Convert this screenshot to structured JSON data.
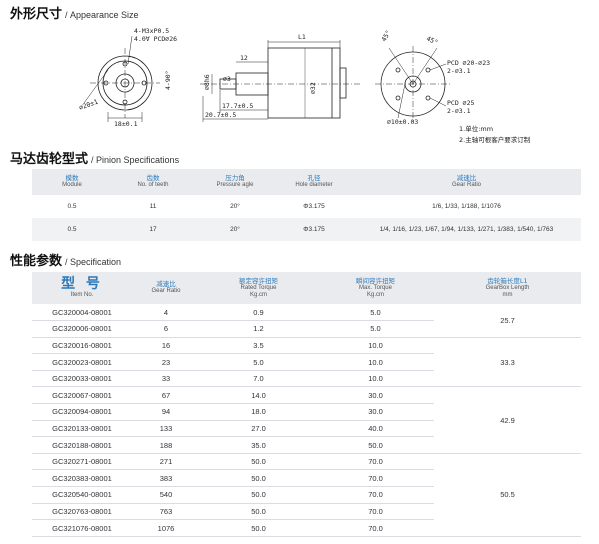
{
  "appearance": {
    "title_zh": "外形尺寸",
    "title_en": "/ Appearance Size"
  },
  "drawing": {
    "labels": {
      "screw": "4-M3xP0.5",
      "pcd26": "4.0∀ PCD∅26",
      "d20": "∅20±1",
      "d32": "∅32",
      "angle": "4-90°",
      "r18": "18±0.1",
      "d8": "∅8h6",
      "d3": "∅3",
      "l12": "12",
      "l17": "17.7±0.5",
      "l20": "20.7±0.5",
      "l1": "L1",
      "a45a": "45°",
      "a45b": "45°",
      "pcd20": "PCD ∅20-∅23",
      "h31a": "2-∅3.1",
      "pcd25": "PCD ∅25",
      "h31b": "2-∅3.1",
      "d10": "∅10±0.03"
    },
    "notes": [
      "1.单位:mm",
      "2.主轴可根客户要求订制"
    ]
  },
  "pinion": {
    "title_zh": "马达齿轮型式",
    "title_en": "/ Pinion Specifications",
    "headers": [
      {
        "zh": "模数",
        "en": "Module"
      },
      {
        "zh": "齿数",
        "en": "No. of teeth"
      },
      {
        "zh": "压力角",
        "en": "Pressure agle"
      },
      {
        "zh": "孔径",
        "en": "Hole diameter"
      },
      {
        "zh": "减速比",
        "en": "Gear Ratio"
      }
    ],
    "rows": [
      [
        "0.5",
        "11",
        "20°",
        "Φ3.175",
        "1/6, 1/33, 1/188, 1/1076"
      ],
      [
        "0.5",
        "17",
        "20°",
        "Φ3.175",
        "1/4, 1/16, 1/23, 1/67, 1/94, 1/133, 1/271, 1/383, 1/540, 1/763"
      ]
    ]
  },
  "spec": {
    "title_zh": "性能参数",
    "title_en": "/ Specification",
    "headers": [
      {
        "zh": "型 号",
        "en": "Item No."
      },
      {
        "zh": "减速比",
        "en": "Gear Ratio"
      },
      {
        "zh": "额定容许扭矩",
        "en": "Rated Torque",
        "en2": "Kg.cm"
      },
      {
        "zh": "瞬间容许扭矩",
        "en": "Max. Torque",
        "en2": "Kg.cm"
      },
      {
        "zh": "齿轮箱长度L1",
        "en": "GearBox Length",
        "en2": "mm"
      }
    ],
    "rows": [
      [
        "GC320004-08001",
        "4",
        "0.9",
        "5.0"
      ],
      [
        "GC320006-08001",
        "6",
        "1.2",
        "5.0"
      ],
      [
        "GC320016-08001",
        "16",
        "3.5",
        "10.0"
      ],
      [
        "GC320023-08001",
        "23",
        "5.0",
        "10.0"
      ],
      [
        "GC320033-08001",
        "33",
        "7.0",
        "10.0"
      ],
      [
        "GC320067-08001",
        "67",
        "14.0",
        "30.0"
      ],
      [
        "GC320094-08001",
        "94",
        "18.0",
        "30.0"
      ],
      [
        "GC320133-08001",
        "133",
        "27.0",
        "40.0"
      ],
      [
        "GC320188-08001",
        "188",
        "35.0",
        "50.0"
      ],
      [
        "GC320271-08001",
        "271",
        "50.0",
        "70.0"
      ],
      [
        "GC320383-08001",
        "383",
        "50.0",
        "70.0"
      ],
      [
        "GC320540-08001",
        "540",
        "50.0",
        "70.0"
      ],
      [
        "GC320763-08001",
        "763",
        "50.0",
        "70.0"
      ],
      [
        "GC321076-08001",
        "1076",
        "50.0",
        "70.0"
      ]
    ],
    "lengths": [
      "25.7",
      "33.3",
      "42.9",
      "50.5"
    ]
  }
}
